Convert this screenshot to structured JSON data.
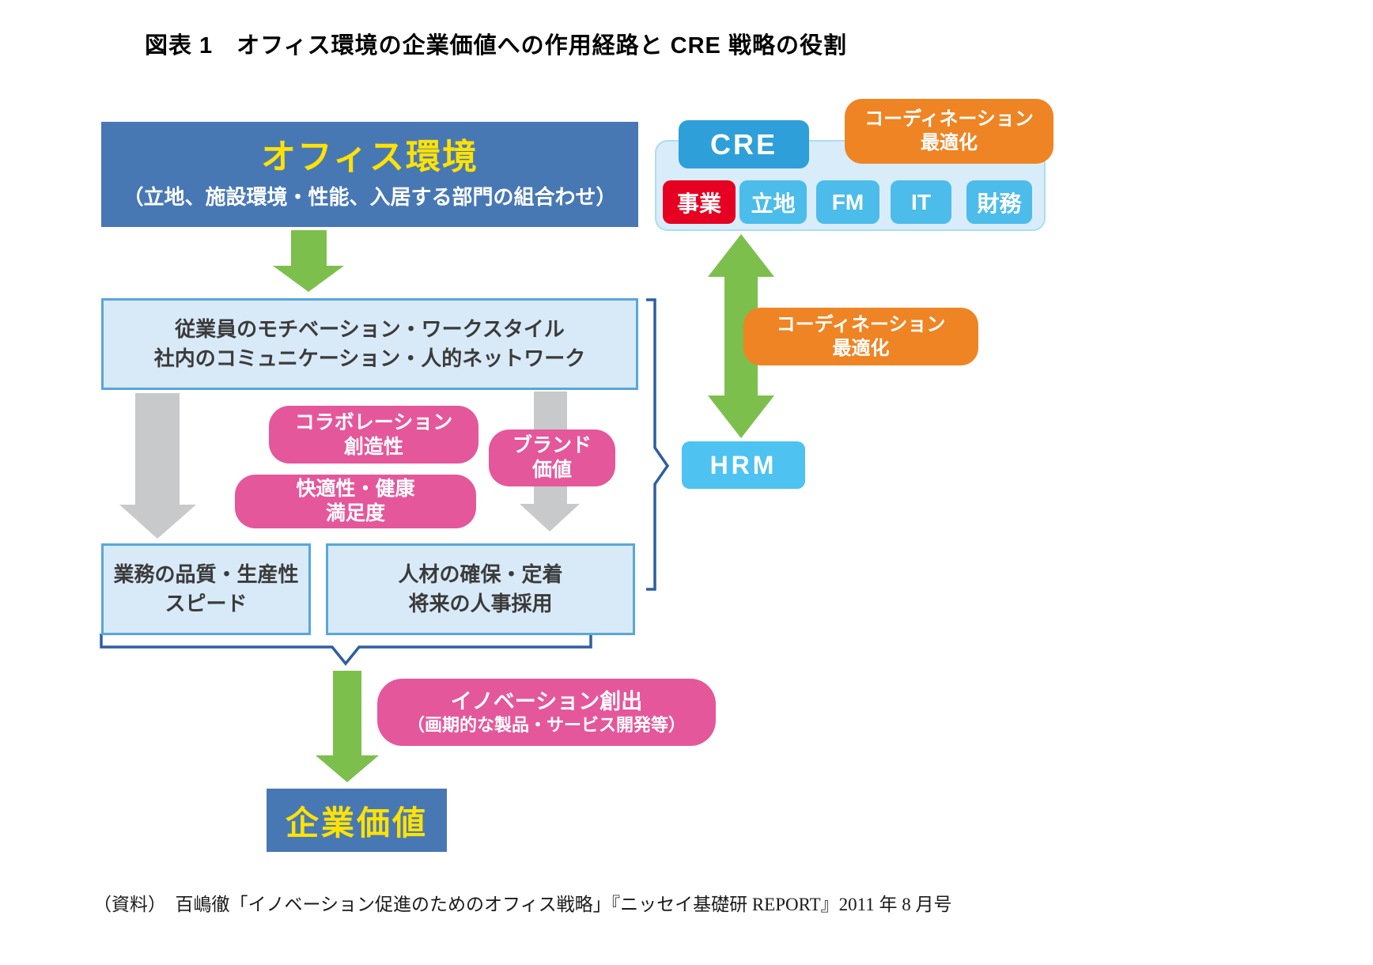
{
  "title": "図表 1　オフィス環境の企業価値への作用経路と CRE 戦略の役割",
  "office_env": {
    "title": "オフィス環境",
    "subtitle": "（立地、施設環境・性能、入居する部門の組合わせ）"
  },
  "cre_panel": {
    "button": "CRE",
    "items": [
      {
        "label": "事業"
      },
      {
        "label": "立地"
      },
      {
        "label": "FM"
      },
      {
        "label": "IT"
      },
      {
        "label": "財務"
      }
    ]
  },
  "coordination_top": {
    "line1": "コーディネーション",
    "line2": "最適化"
  },
  "coordination_mid": {
    "line1": "コーディネーション",
    "line2": "最適化"
  },
  "hrm": {
    "label": "HRM"
  },
  "motivation_box": {
    "line1": "従業員のモチベーション・ワークスタイル",
    "line2": "社内のコミュニケーション・人的ネットワーク"
  },
  "collaboration_box": {
    "line1": "コラボレーション",
    "line2": "創造性"
  },
  "comfort_box": {
    "line1": "快適性・健康",
    "line2": "満足度"
  },
  "brand_box": {
    "line1": "ブランド",
    "line2": "価値"
  },
  "quality_box": {
    "line1": "業務の品質・生産性",
    "line2": "スピード"
  },
  "talent_box": {
    "line1": "人材の確保・定着",
    "line2": "将来の人事採用"
  },
  "innovation_box": {
    "line1": "イノベーション創出",
    "line2": "（画期的な製品・サービス開発等）"
  },
  "corporate_value": {
    "label": "企業価値"
  },
  "source": "（資料）　百嶋徹「イノベーション促進のためのオフィス戦略」『ニッセイ基礎研 REPORT』2011 年 8 月号",
  "colors": {
    "steel_blue": "#4878B4",
    "title_yellow": "#FFE204",
    "light_blue_fill": "#D8EAF7",
    "light_blue_border": "#58A7DA",
    "cre_panel_fill": "#D8EDF9",
    "cre_button_blue": "#2E9FD9",
    "sub_box_blue": "#4CBCEA",
    "business_red": "#E60021",
    "orange": "#EE8424",
    "pink": "#E4579B",
    "green_arrow": "#7DBF4D",
    "gray_arrow": "#C8C9CA",
    "hrm_blue": "#4EC2F1",
    "bracket_blue": "#2E5EA2",
    "box_text_dark": "#3B3B3B"
  }
}
